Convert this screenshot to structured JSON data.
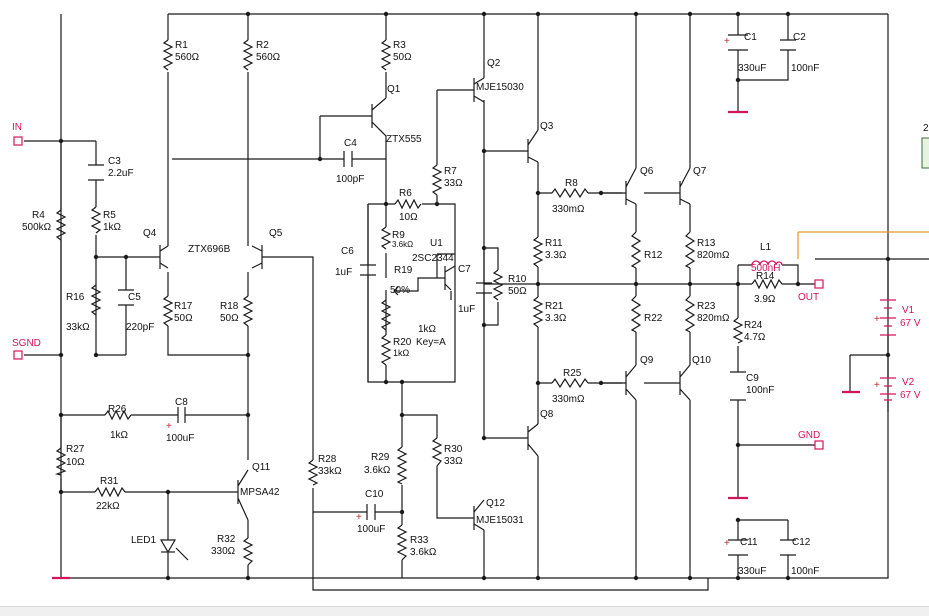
{
  "components": {
    "R1": {
      "ref": "R1",
      "value": "560Ω"
    },
    "R2": {
      "ref": "R2",
      "value": "560Ω"
    },
    "R3": {
      "ref": "R3",
      "value": "50Ω"
    },
    "Q2": {
      "ref": "Q2",
      "part": "MJE15030"
    },
    "Q1": {
      "ref": "Q1",
      "part": "ZTX555"
    },
    "C4": {
      "ref": "C4",
      "value": "100pF"
    },
    "C3": {
      "ref": "C3",
      "value": "2.2uF"
    },
    "R4": {
      "ref": "R4",
      "value": "500kΩ"
    },
    "R5": {
      "ref": "R5",
      "value": "1kΩ"
    },
    "Q4": {
      "ref": "Q4",
      "part": "ZTX696B"
    },
    "Q5": {
      "ref": "Q5"
    },
    "R7": {
      "ref": "R7",
      "value": "33Ω"
    },
    "R6": {
      "ref": "R6",
      "value": "10Ω"
    },
    "C6": {
      "ref": "C6",
      "value": "1uF"
    },
    "R9": {
      "ref": "R9",
      "value": "3.6kΩ"
    },
    "U1": {
      "ref": "U1",
      "part": "2SC2344"
    },
    "R19": {
      "ref": "R19",
      "value": "1kΩ",
      "setting": "50%",
      "key": "Key=A"
    },
    "C7": {
      "ref": "C7",
      "value": "1uF"
    },
    "R20": {
      "ref": "R20",
      "value": "1kΩ"
    },
    "R16": {
      "ref": "R16",
      "value": "33kΩ"
    },
    "C5": {
      "ref": "C5",
      "value": "220pF"
    },
    "R17": {
      "ref": "R17",
      "value": "50Ω"
    },
    "R18": {
      "ref": "R18",
      "value": "50Ω"
    },
    "R26": {
      "ref": "R26",
      "value": "1kΩ"
    },
    "C8": {
      "ref": "C8",
      "value": "100uF"
    },
    "R27": {
      "ref": "R27",
      "value": "10Ω"
    },
    "R31": {
      "ref": "R31",
      "value": "22kΩ"
    },
    "Q11": {
      "ref": "Q11",
      "part": "MPSA42"
    },
    "LED1": {
      "ref": "LED1"
    },
    "R32": {
      "ref": "R32",
      "value": "330Ω"
    },
    "R28": {
      "ref": "R28",
      "value": "33kΩ"
    },
    "R29": {
      "ref": "R29",
      "value": "3.6kΩ"
    },
    "C10": {
      "ref": "C10",
      "value": "100uF"
    },
    "R33": {
      "ref": "R33",
      "value": "3.6kΩ"
    },
    "R30": {
      "ref": "R30",
      "value": "33Ω"
    },
    "Q12": {
      "ref": "Q12",
      "part": "MJE15031"
    },
    "R10": {
      "ref": "R10",
      "value": "50Ω"
    },
    "Q3": {
      "ref": "Q3"
    },
    "R8": {
      "ref": "R8",
      "value": "330mΩ"
    },
    "R11": {
      "ref": "R11",
      "value": "3.3Ω"
    },
    "R21": {
      "ref": "R21",
      "value": "3.3Ω"
    },
    "R25": {
      "ref": "R25",
      "value": "330mΩ"
    },
    "Q8": {
      "ref": "Q8"
    },
    "Q6": {
      "ref": "Q6"
    },
    "Q7": {
      "ref": "Q7"
    },
    "R12": {
      "ref": "R12"
    },
    "R13": {
      "ref": "R13",
      "value": "820mΩ"
    },
    "R22": {
      "ref": "R22"
    },
    "R23": {
      "ref": "R23",
      "value": "820mΩ"
    },
    "Q9": {
      "ref": "Q9"
    },
    "Q10": {
      "ref": "Q10"
    },
    "C1": {
      "ref": "C1",
      "value": "330uF"
    },
    "C2": {
      "ref": "C2",
      "value": "100nF"
    },
    "L1": {
      "ref": "L1",
      "value": "500nH"
    },
    "R14": {
      "ref": "R14",
      "value": "3.9Ω"
    },
    "R24": {
      "ref": "R24",
      "value": "4.7Ω"
    },
    "C9": {
      "ref": "C9",
      "value": "100nF"
    },
    "C11": {
      "ref": "C11",
      "value": "330uF"
    },
    "C12": {
      "ref": "C12",
      "value": "100nF"
    },
    "V1": {
      "ref": "V1",
      "value": "67 V"
    },
    "V2": {
      "ref": "V2",
      "value": "67 V"
    }
  },
  "ports": {
    "in": "IN",
    "sgnd": "SGND",
    "out": "OUT",
    "gnd": "GND"
  },
  "edge_mark": "2",
  "colors": {
    "wire": "#1a1a1a",
    "port": "#d4145a",
    "polarity": "#cc2222",
    "output_wire": "#e09a2a"
  }
}
